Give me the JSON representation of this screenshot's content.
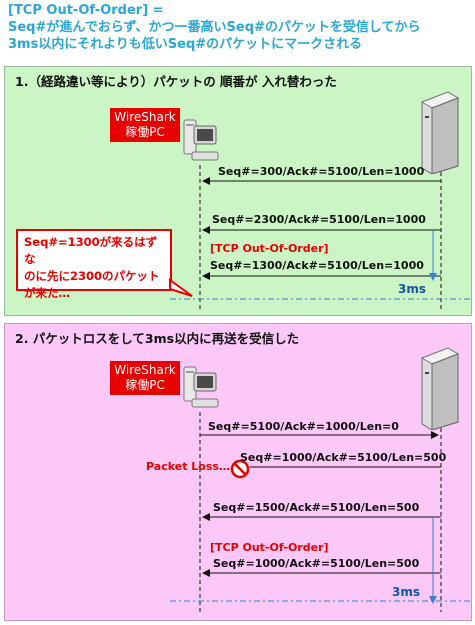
{
  "title": {
    "line1": "[TCP Out-Of-Order] =",
    "line2": "Seq#が進んでおらず、かつ一番高いSeq#のパケットを受信してから",
    "line3": "3ms以内にそれよりも低いSeq#のパケットにマークされる"
  },
  "panel1": {
    "heading": "1.（経路違い等により）パケットの 順番が 入れ替わった",
    "wireshark_line1": "WireShark",
    "wireshark_line2": "稼働PC",
    "messages": [
      "Seq#=300/Ack#=5100/Len=1000",
      "Seq#=2300/Ack#=5100/Len=1000",
      "Seq#=1300/Ack#=5100/Len=1000"
    ],
    "out_of_order_label": "[TCP Out-Of-Order]",
    "timer_label": "3ms",
    "callout_line1": "Seq#=1300が来るはずな",
    "callout_line2": "のに先に2300のパケット",
    "callout_line3": "が来た…"
  },
  "panel2": {
    "heading": "2. パケットロスをして3ms以内に再送を受信した",
    "wireshark_line1": "WireShark",
    "wireshark_line2": "稼働PC",
    "messages": [
      "Seq#=5100/Ack#=1000/Len=0",
      "Seq#=1000/Ack#=5100/Len=500",
      "Seq#=1500/Ack#=5100/Len=500",
      "Seq#=1000/Ack#=5100/Len=500"
    ],
    "packet_loss_label": "Packet Loss…",
    "out_of_order_label": "[TCP Out-Of-Order]",
    "timer_label": "3ms"
  },
  "colors": {
    "title": "#2aa7d6",
    "panel1_bg": "#cbf5c4",
    "panel2_bg": "#fbc8f7",
    "accent_red": "#e60000",
    "timer_blue": "#1155aa"
  },
  "icons": [
    "pc-icon",
    "server-icon",
    "no-entry-icon"
  ]
}
